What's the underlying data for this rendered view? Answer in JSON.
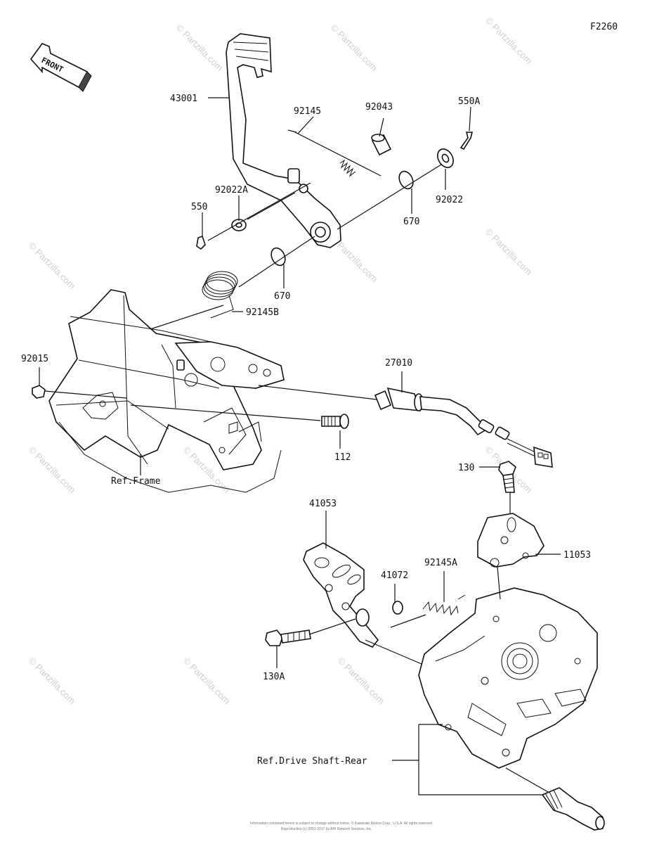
{
  "figure_id": "F2260",
  "front_label": "FRONT",
  "watermark": "© Partzilla.com",
  "labels": {
    "p43001": "43001",
    "p92145": "92145",
    "p92043": "92043",
    "p550A": "550A",
    "p92022A": "92022A",
    "p550": "550",
    "p670a": "670",
    "p92022": "92022",
    "p670b": "670",
    "p92145B": "92145B",
    "p92015": "92015",
    "p27010": "27010",
    "p112": "112",
    "p130": "130",
    "p41053": "41053",
    "p11053": "11053",
    "p41072": "41072",
    "p92145A": "92145A",
    "p130A": "130A"
  },
  "refs": {
    "frame": "Ref.Frame",
    "drive_shaft": "Ref.Drive Shaft-Rear"
  },
  "footer": {
    "line1": "Information contained herein is subject to change without notice. © Kawasaki Motors Corp., U.S.A. All rights reserved.",
    "line2": "Reproduction (c) 2001-2017 by ARI Network Services, Inc."
  }
}
